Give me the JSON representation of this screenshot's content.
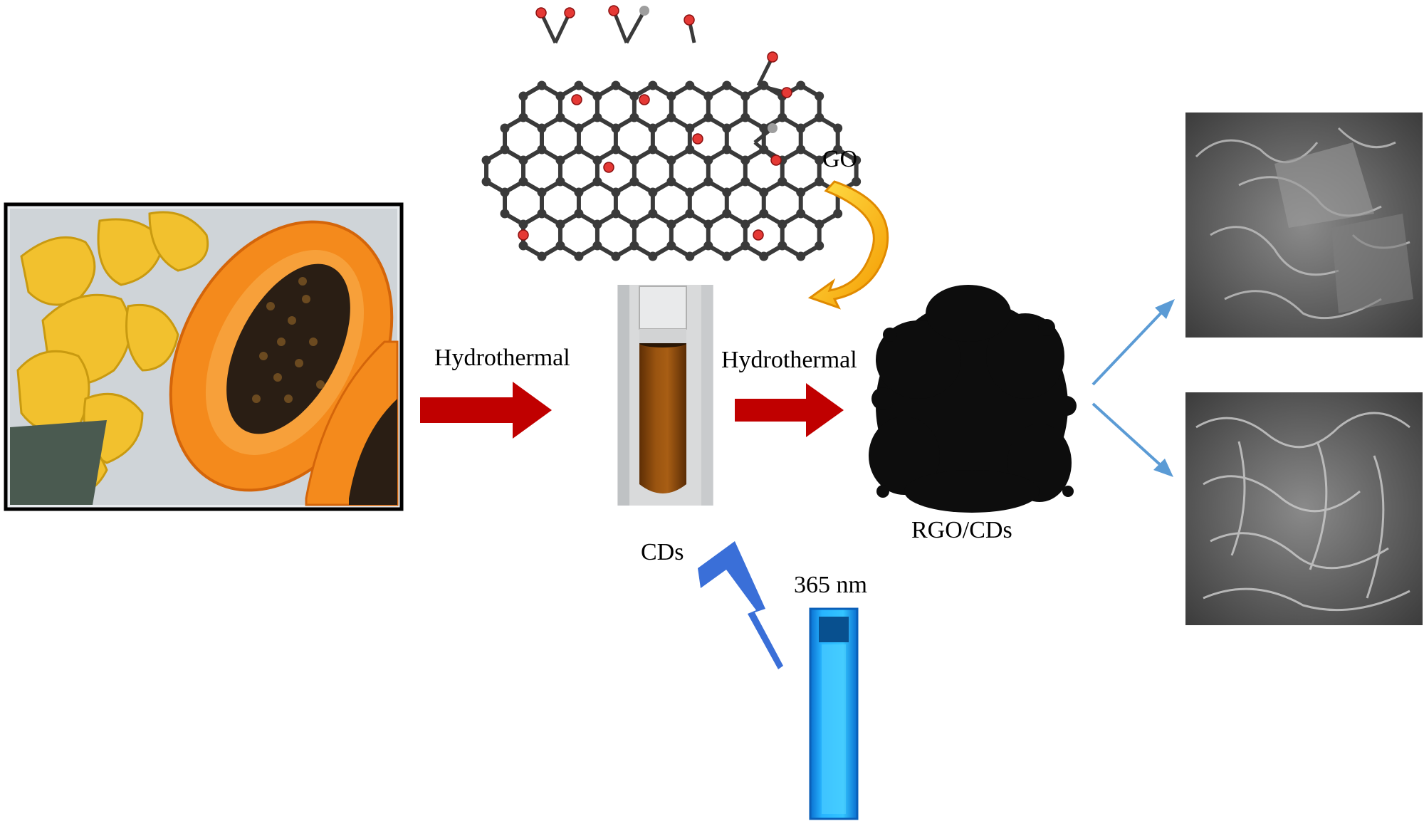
{
  "labels": {
    "hydrothermal_1": "Hydrothermal",
    "hydrothermal_2": "Hydrothermal",
    "go": "GO",
    "cds": "CDs",
    "rgo_cds": "RGO/CDs",
    "uv": "365 nm"
  },
  "colors": {
    "process_arrow": "#c00000",
    "sem_arrow": "#5b9bd5",
    "lightning": "#3a6fd8",
    "go_arrow_outer": "#f0a000",
    "go_arrow_inner": "#ffd400",
    "carbon_atom": "#3a3a3a",
    "oxygen_atom": "#e53935",
    "hydrogen_atom": "#9e9e9e",
    "papaya_flesh": "#f48a1c",
    "peel": "#f2c12e",
    "seeds": "#2a1e14",
    "cds_solution": "#8a4a0a",
    "fluorescence": "#1fb7ff",
    "rgo_powder": "#0d0d0d",
    "sem_gray": "#6e6e6e"
  }
}
